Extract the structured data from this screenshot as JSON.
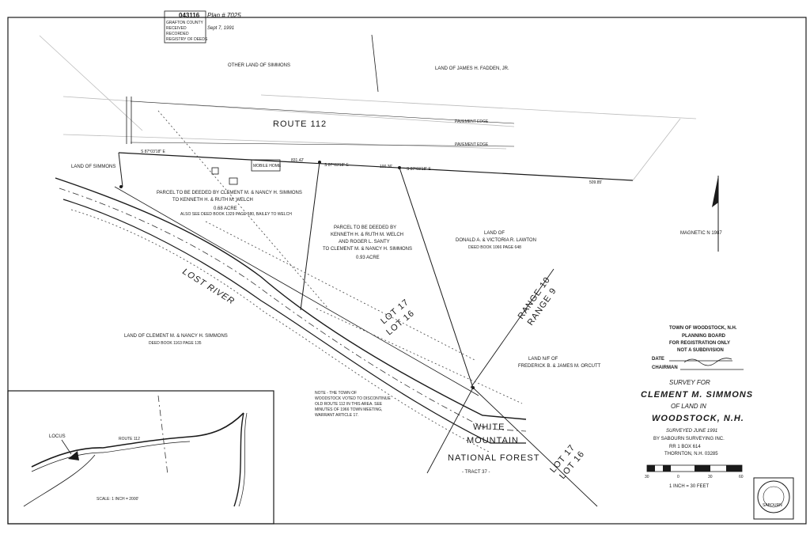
{
  "stamp": {
    "number": "043116",
    "lines": [
      "GRAFTON COUNTY",
      "RECEIVED",
      "RECORDED",
      "REGISTRY OF DEEDS"
    ],
    "handwritten": "Plan # 7025",
    "date_hand": "Sept 7, 1991"
  },
  "labels": {
    "other_land": "OTHER LAND OF SIMMONS",
    "fadden": "LAND OF JAMES H. FADDEN, JR.",
    "route": "ROUTE 112",
    "pavement_edge": "PAVEMENT EDGE",
    "land_simmons": "LAND OF SIMMONS",
    "parcel1": [
      "PARCEL TO BE DEEDED BY CLEMENT M. & NANCY H. SIMMONS",
      "TO KENNETH H. & RUTH M. WELCH",
      "0.68 ACRE"
    ],
    "parcel1_note": "ALSO SEE DEED BOOK 1329 PAGE 580, BAILEY TO WELCH",
    "parcel2": [
      "PARCEL TO BE DEEDED BY",
      "KENNETH H. & RUTH M. WELCH",
      "AND ROGER L. SANTY",
      "TO CLEMENT M. & NANCY H. SIMMONS",
      "0.93 ACRE"
    ],
    "lawton": [
      "LAND OF",
      "DONALD A. & VICTORIA R. LAWTON",
      "DEED BOOK 1066 PAGE 648"
    ],
    "lost_river": "LOST RIVER",
    "clement": [
      "LAND OF CLEMENT M. & NANCY H. SIMMONS",
      "DEED BOOK 1163 PAGE 135"
    ],
    "orcutt": [
      "LAND N/F OF",
      "FREDERICK B. & JAMES M. ORCUTT"
    ],
    "lot17": "LOT 17",
    "lot16": "LOT 16",
    "range10": "RANGE 10",
    "range9": "RANGE 9",
    "white": "WHITE",
    "mountain": "MOUNTAIN",
    "national_forest": "NATIONAL FOREST",
    "tract": "- TRACT 37 -",
    "mobile_home": "MOBILE HOME",
    "magnetic": "MAGNETIC N 1987",
    "note": [
      "NOTE - THE TOWN OF",
      "WOODSTOCK VOTED TO DISCONTINUE",
      "OLD ROUTE 112 IN THIS AREA. SEE",
      "MINUTES OF 1966 TOWN MEETING,",
      "WARRANT ARTICLE 17."
    ],
    "bearings": [
      "S 87°03'18\" E",
      "S 87°03'18\" E",
      "S 87°03'18\" E",
      "831.42'",
      "100.36'",
      "509.85'"
    ]
  },
  "planning": {
    "town": "TOWN OF WOODSTOCK, N.H.",
    "board": "PLANNING BOARD",
    "reg": "FOR REGISTRATION ONLY",
    "nsub": "NOT A SUBDIVISION",
    "date_label": "DATE",
    "chair_label": "CHAIRMAN"
  },
  "title_block": {
    "survey_for": "SURVEY FOR",
    "name": "CLEMENT M. SIMMONS",
    "of_land": "OF LAND IN",
    "town": "WOODSTOCK, N.H.",
    "surveyed": "SURVEYED JUNE 1991",
    "by": "BY SABOURN SURVEYING INC.",
    "addr1": "RR 1 BOX 614",
    "addr2": "THORNTON, N.H. 03285"
  },
  "scale": {
    "ticks": [
      "30",
      "0",
      "30",
      "60"
    ],
    "text": "1 INCH = 30 FEET"
  },
  "seal": {
    "text": "SABOURN"
  },
  "locus_map": {
    "locus": "LOCUS",
    "scale": "SCALE: 1 INCH = 2000'",
    "route": "ROUTE 112"
  }
}
